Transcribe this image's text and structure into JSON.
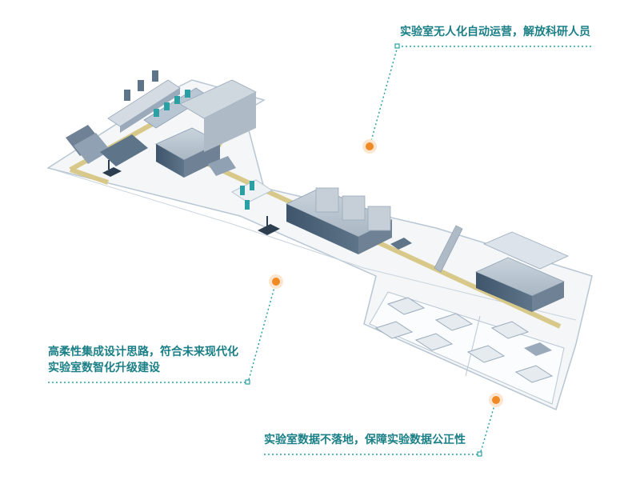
{
  "colors": {
    "accent_text": "#1a7f86",
    "dot_line": "#2aa0a4",
    "marker": "#f08a24",
    "track": "#d8c98a",
    "floor": "#f4f6f8",
    "floor_edge": "#b8c6d3",
    "equipment": "#8fa1b3",
    "equipment_dark": "#3f556b"
  },
  "callouts": [
    {
      "id": "top",
      "lines": [
        "实验室无人化自动运营，解放科研人员"
      ]
    },
    {
      "id": "left",
      "lines": [
        "高柔性集成设计思路，符合未来现代化",
        "实验室数智化升级建设"
      ]
    },
    {
      "id": "bottom",
      "lines": [
        "实验室数据不落地，保障实验数据公正性"
      ]
    }
  ]
}
